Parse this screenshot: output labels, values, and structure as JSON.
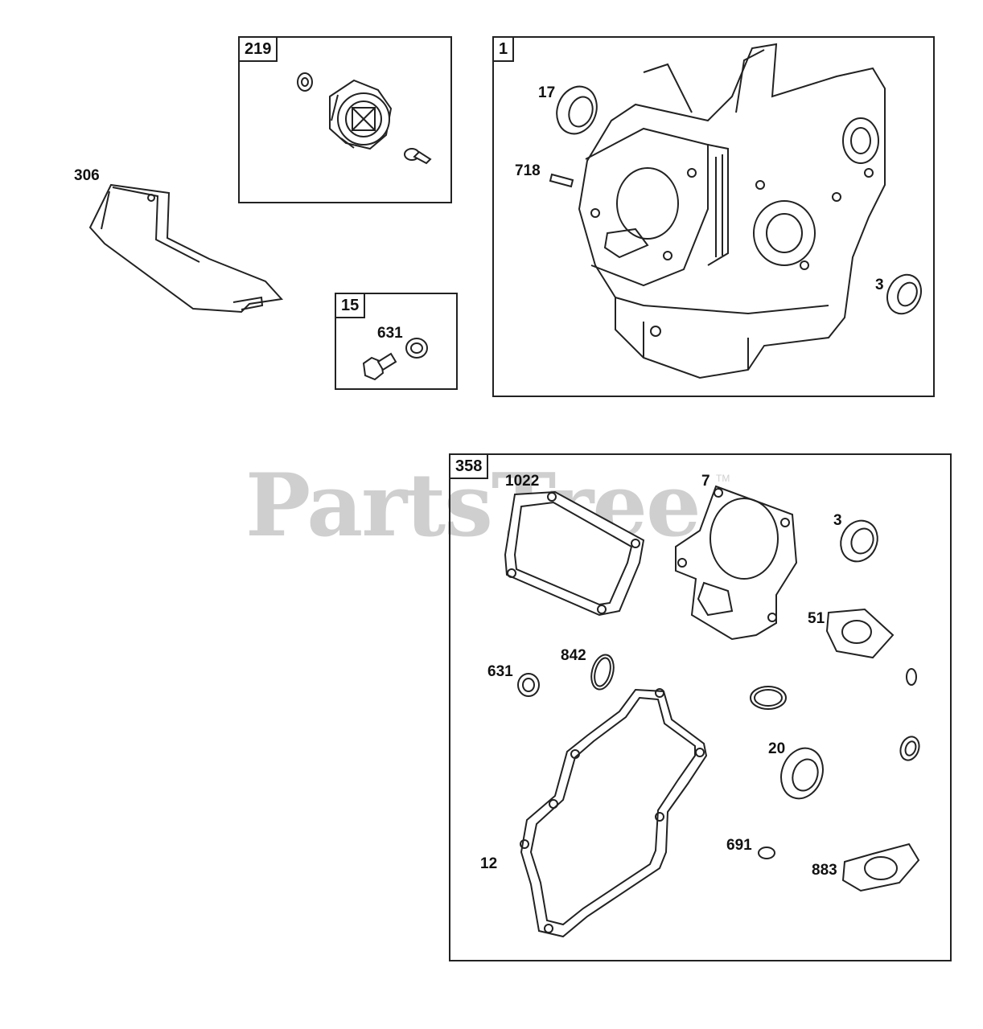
{
  "watermark": {
    "text": "PartsTree",
    "tm": "TM"
  },
  "groups": {
    "g219": "219",
    "g1": "1",
    "g15": "15",
    "g358": "358"
  },
  "callouts": {
    "c306": "306",
    "c17": "17",
    "c718": "718",
    "c3a": "3",
    "c631a": "631",
    "c1022": "1022",
    "c7": "7",
    "c3b": "3",
    "c51": "51",
    "c631b": "631",
    "c842": "842",
    "c20": "20",
    "c691": "691",
    "c883": "883",
    "c12": "12"
  }
}
